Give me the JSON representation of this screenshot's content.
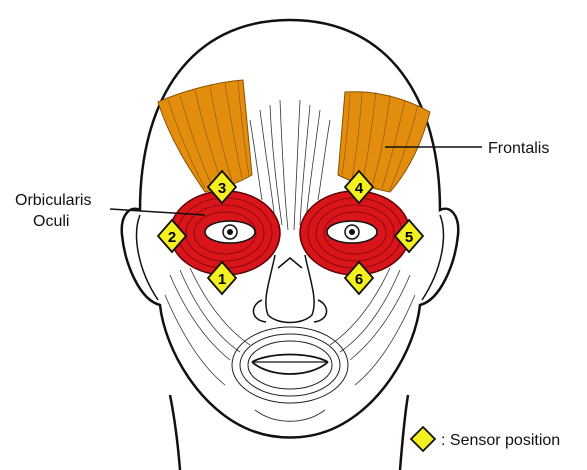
{
  "labels": {
    "frontalis": "Frontalis",
    "orbicularis_line1": "Orbicularis",
    "orbicularis_line2": "Oculi",
    "legend": ": Sensor position"
  },
  "markers": [
    "1",
    "2",
    "3",
    "4",
    "5",
    "6"
  ],
  "colors": {
    "frontalis": "#E38D0E",
    "orbicularis": "#D9141A",
    "marker_fill": "#F4EF1E",
    "outline": "#111111"
  }
}
